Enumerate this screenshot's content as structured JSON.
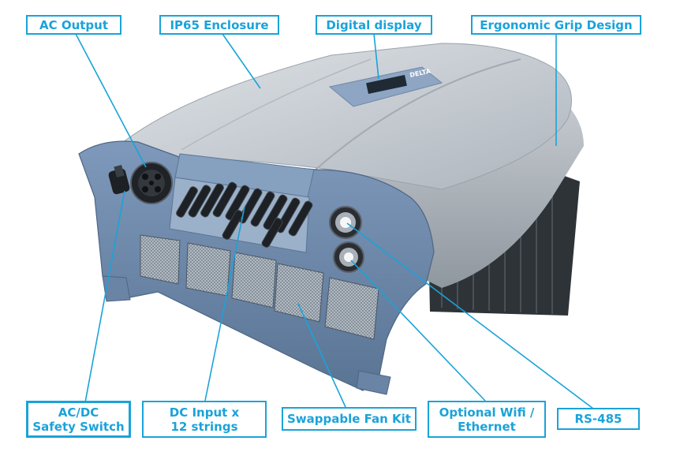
{
  "colors": {
    "accent": "#1aa3d9",
    "housing_blue": "#6d89ad",
    "housing_grey": "#c6cbd0",
    "dark_panel": "#2b3138"
  },
  "logo_text": "DELTA",
  "labels": {
    "ac_output": "AC Output",
    "ip65": "IP65 Enclosure",
    "digital_display": "Digital display",
    "grip": "Ergonomic Grip Design",
    "safety_switch": "AC/DC\nSafety Switch",
    "dc_input": "DC Input x\n12 strings",
    "fan_kit": "Swappable Fan Kit",
    "wifi": "Optional Wifi /\nEthernet",
    "rs485": "RS-485"
  }
}
